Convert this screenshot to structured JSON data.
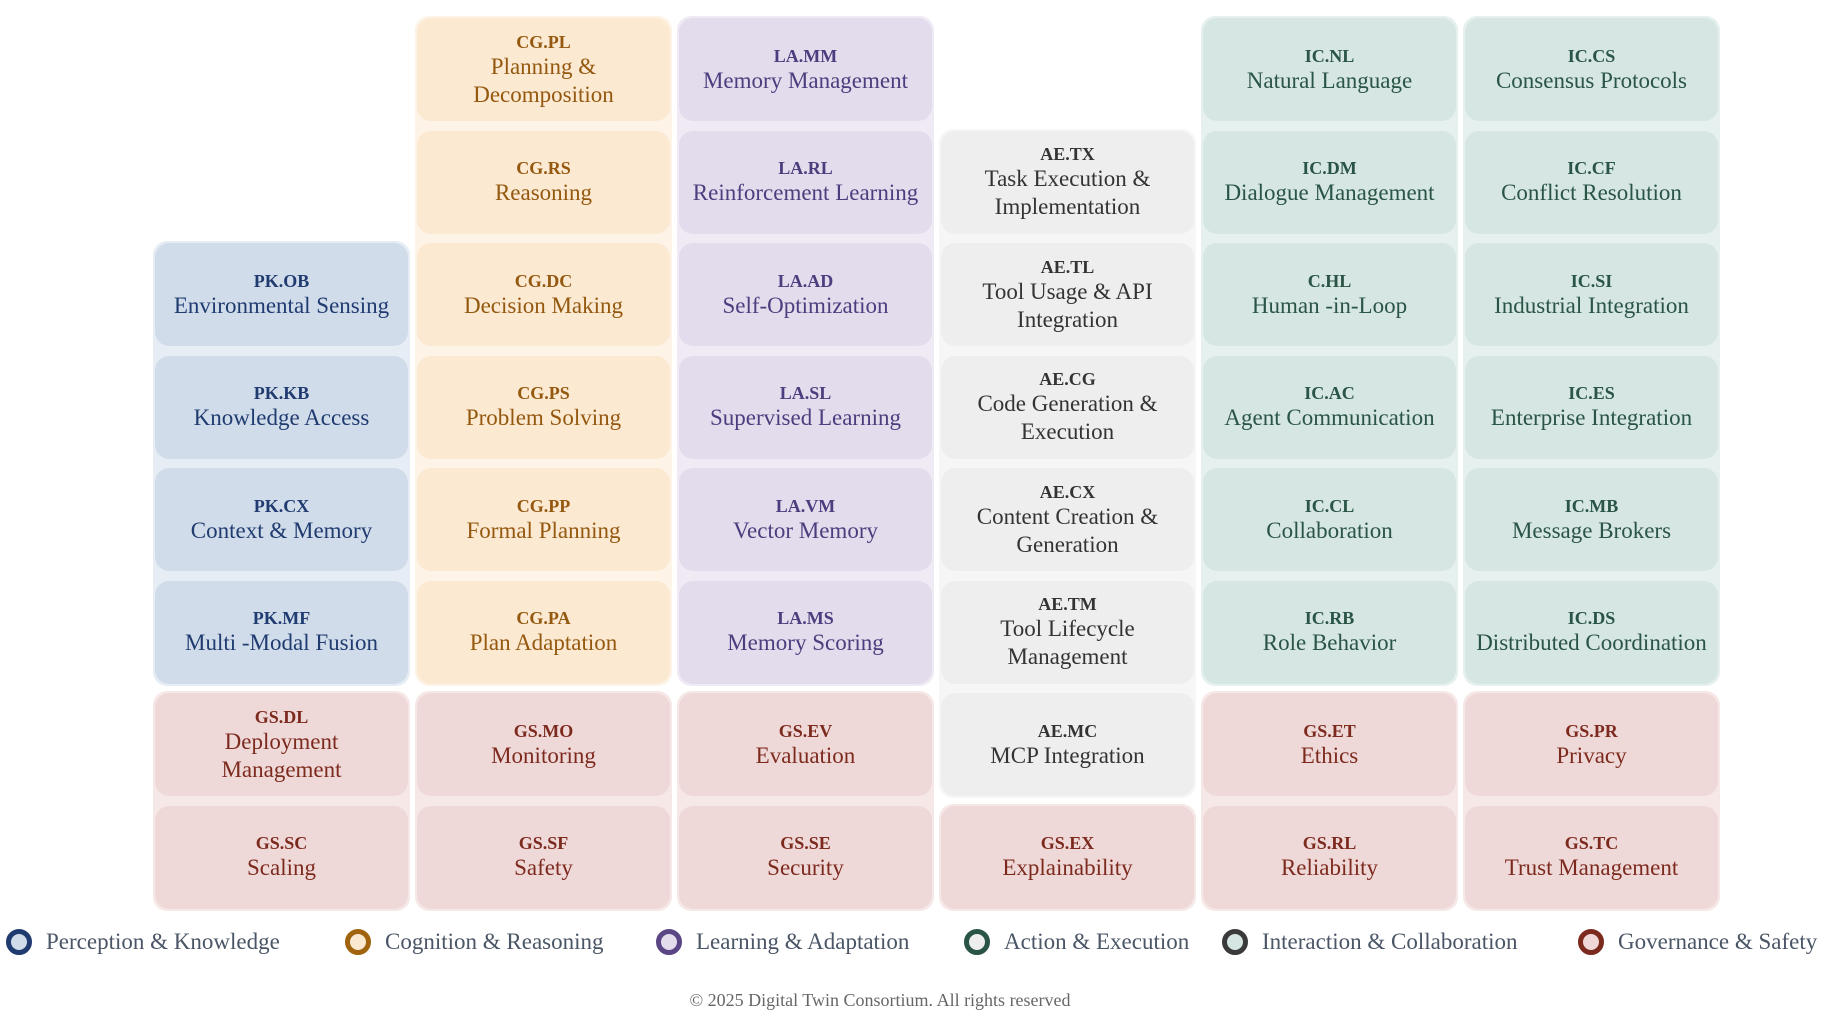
{
  "categories": {
    "PK": {
      "label": "Perception & Knowledge",
      "text": "#1f3b70",
      "fill": "#d1dcea",
      "band": "#e6edf5",
      "ring": "#1f3b70"
    },
    "CG": {
      "label": "Cognition & Reasoning",
      "text": "#94580f",
      "fill": "#fbe9d2",
      "band": "#fdf3e7",
      "ring": "#a0640f"
    },
    "LA": {
      "label": "Learning & Adaptation",
      "text": "#4d3d7e",
      "fill": "#e3dcec",
      "band": "#efeaf4",
      "ring": "#5a4585"
    },
    "AE": {
      "label": "Action & Execution",
      "text": "#333333",
      "fill": "#eeeeee",
      "band": "#f6f6f6",
      "ring": "#2a5446"
    },
    "IC": {
      "label": "Interaction & Collaboration",
      "text": "#2a5446",
      "fill": "#d5e6e3",
      "band": "#e6f0ee",
      "ring": "#3a3a3a"
    },
    "GS": {
      "label": "Governance & Safety",
      "text": "#7d2a1e",
      "fill": "#efd9d8",
      "band": "#f5e8e7",
      "ring": "#7d2a1e"
    }
  },
  "legend_order": [
    "PK",
    "CG",
    "LA",
    "AE",
    "IC",
    "GS"
  ],
  "columns": [
    {
      "key": "c1",
      "tiles": [
        {
          "row": 2,
          "cat": "PK",
          "code": "PK.OB",
          "name": "Environmental Sensing"
        },
        {
          "row": 3,
          "cat": "PK",
          "code": "PK.KB",
          "name": "Knowledge Access"
        },
        {
          "row": 4,
          "cat": "PK",
          "code": "PK.CX",
          "name": "Context & Memory"
        },
        {
          "row": 5,
          "cat": "PK",
          "code": "PK.MF",
          "name": "Multi -Modal Fusion"
        },
        {
          "row": 6,
          "cat": "GS",
          "code": "GS.DL",
          "name": "Deployment Management"
        },
        {
          "row": 7,
          "cat": "GS",
          "code": "GS.SC",
          "name": "Scaling"
        }
      ]
    },
    {
      "key": "c2",
      "tiles": [
        {
          "row": 0,
          "cat": "CG",
          "code": "CG.PL",
          "name": "Planning & Decomposition"
        },
        {
          "row": 1,
          "cat": "CG",
          "code": "CG.RS",
          "name": "Reasoning"
        },
        {
          "row": 2,
          "cat": "CG",
          "code": "CG.DC",
          "name": "Decision Making"
        },
        {
          "row": 3,
          "cat": "CG",
          "code": "CG.PS",
          "name": "Problem Solving"
        },
        {
          "row": 4,
          "cat": "CG",
          "code": "CG.PP",
          "name": "Formal Planning"
        },
        {
          "row": 5,
          "cat": "CG",
          "code": "CG.PA",
          "name": "Plan Adaptation"
        },
        {
          "row": 6,
          "cat": "GS",
          "code": "GS.MO",
          "name": "Monitoring"
        },
        {
          "row": 7,
          "cat": "GS",
          "code": "GS.SF",
          "name": "Safety"
        }
      ]
    },
    {
      "key": "c3",
      "tiles": [
        {
          "row": 0,
          "cat": "LA",
          "code": "LA.MM",
          "name": "Memory Management"
        },
        {
          "row": 1,
          "cat": "LA",
          "code": "LA.RL",
          "name": "Reinforcement Learning"
        },
        {
          "row": 2,
          "cat": "LA",
          "code": "LA.AD",
          "name": "Self-Optimization"
        },
        {
          "row": 3,
          "cat": "LA",
          "code": "LA.SL",
          "name": "Supervised Learning"
        },
        {
          "row": 4,
          "cat": "LA",
          "code": "LA.VM",
          "name": "Vector Memory"
        },
        {
          "row": 5,
          "cat": "LA",
          "code": "LA.MS",
          "name": "Memory Scoring"
        },
        {
          "row": 6,
          "cat": "GS",
          "code": "GS.EV",
          "name": "Evaluation"
        },
        {
          "row": 7,
          "cat": "GS",
          "code": "GS.SE",
          "name": "Security"
        }
      ]
    },
    {
      "key": "c4",
      "tiles": [
        {
          "row": 1,
          "cat": "AE",
          "code": "AE.TX",
          "name": "Task Execution & Implementation"
        },
        {
          "row": 2,
          "cat": "AE",
          "code": "AE.TL",
          "name": "Tool Usage & API Integration"
        },
        {
          "row": 3,
          "cat": "AE",
          "code": "AE.CG",
          "name": "Code Generation & Execution"
        },
        {
          "row": 4,
          "cat": "AE",
          "code": "AE.CX",
          "name": "Content Creation & Generation"
        },
        {
          "row": 5,
          "cat": "AE",
          "code": "AE.TM",
          "name": "Tool Lifecycle Management"
        },
        {
          "row": 6,
          "cat": "AE",
          "code": "AE.MC",
          "name": "MCP Integration"
        },
        {
          "row": 7,
          "cat": "GS",
          "code": "GS.EX",
          "name": "Explainability"
        }
      ]
    },
    {
      "key": "c5",
      "tiles": [
        {
          "row": 0,
          "cat": "IC",
          "code": "IC.NL",
          "name": "Natural Language"
        },
        {
          "row": 1,
          "cat": "IC",
          "code": "IC.DM",
          "name": "Dialogue Management"
        },
        {
          "row": 2,
          "cat": "IC",
          "code": "C.HL",
          "name": "Human  -in-Loop"
        },
        {
          "row": 3,
          "cat": "IC",
          "code": "IC.AC",
          "name": "Agent Communication"
        },
        {
          "row": 4,
          "cat": "IC",
          "code": "IC.CL",
          "name": "Collaboration"
        },
        {
          "row": 5,
          "cat": "IC",
          "code": "IC.RB",
          "name": "Role Behavior"
        },
        {
          "row": 6,
          "cat": "GS",
          "code": "GS.ET",
          "name": "Ethics"
        },
        {
          "row": 7,
          "cat": "GS",
          "code": "GS.RL",
          "name": "Reliability"
        }
      ]
    },
    {
      "key": "c6",
      "tiles": [
        {
          "row": 0,
          "cat": "IC",
          "code": "IC.CS",
          "name": "Consensus Protocols"
        },
        {
          "row": 1,
          "cat": "IC",
          "code": "IC.CF",
          "name": "Conflict Resolution"
        },
        {
          "row": 2,
          "cat": "IC",
          "code": "IC.SI",
          "name": "Industrial Integration"
        },
        {
          "row": 3,
          "cat": "IC",
          "code": "IC.ES",
          "name": "Enterprise Integration"
        },
        {
          "row": 4,
          "cat": "IC",
          "code": "IC.MB",
          "name": "Message Brokers"
        },
        {
          "row": 5,
          "cat": "IC",
          "code": "IC.DS",
          "name": "Distributed Coordination"
        },
        {
          "row": 6,
          "cat": "GS",
          "code": "GS.PR",
          "name": "Privacy"
        },
        {
          "row": 7,
          "cat": "GS",
          "code": "GS.TC",
          "name": "Trust Management"
        }
      ]
    }
  ],
  "footer": {
    "copyright": "© 2025 Digital Twin Consortium. All rights reserved"
  }
}
